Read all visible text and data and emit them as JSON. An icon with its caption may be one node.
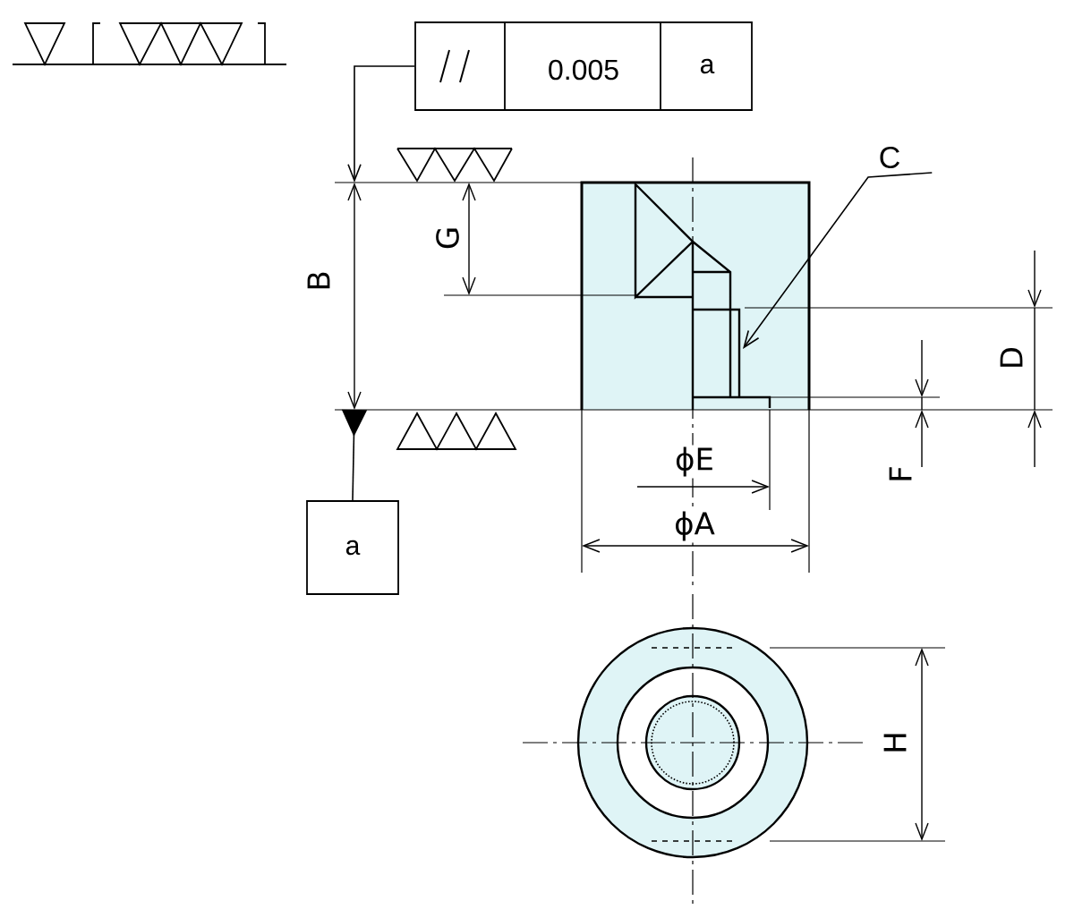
{
  "diagram": {
    "nodes": [
      {
        "text": [
          "0.005",
          "a"
        ]
      },
      {
        "text": [
          "C"
        ]
      },
      {
        "text": [
          "a"
        ]
      }
    ],
    "edges": [
      {
        "from": 0,
        "to": null,
        "arrow": "to"
      },
      {
        "from": 1,
        "to": null,
        "arrow": "to"
      },
      {
        "from": 2,
        "to": null,
        "arrow": "other"
      }
    ],
    "labels": [
      "B",
      "G",
      "D",
      "F",
      "ϕE",
      "ϕA",
      "H"
    ]
  }
}
